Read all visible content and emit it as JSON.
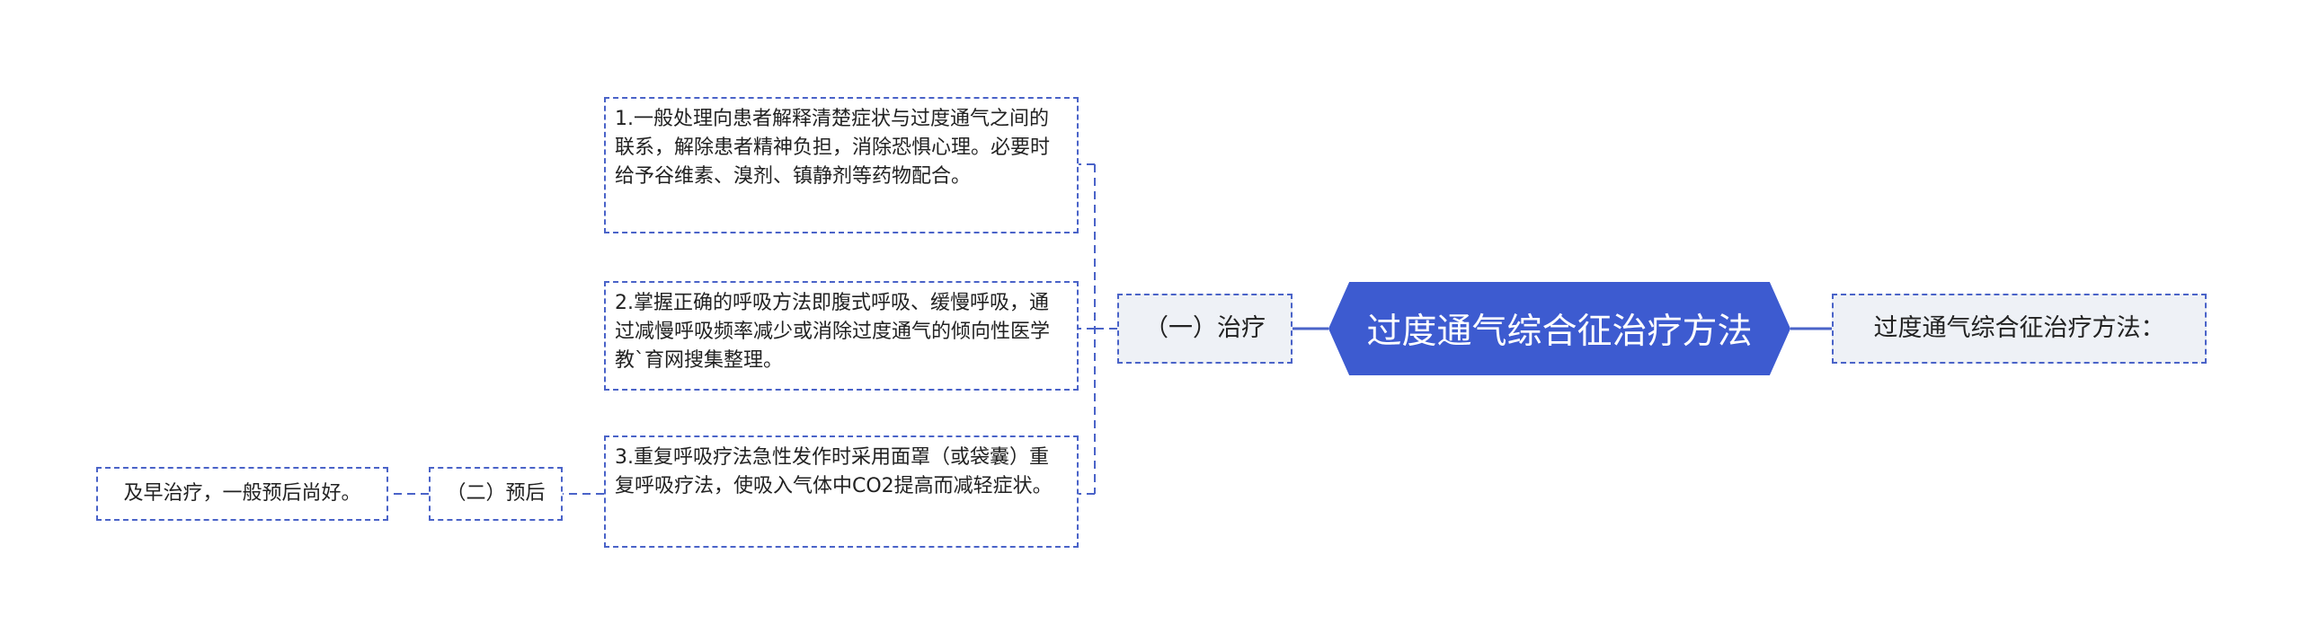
{
  "mindmap": {
    "root": {
      "label": "过度通气综合征治疗方法"
    },
    "right_node": {
      "label": "过度通气综合征治疗方法："
    },
    "branches": [
      {
        "label": "（一）治疗",
        "children": [
          "1.一般处理向患者解释清楚症状与过度通气之间的联系，解除患者精神负担，消除恐惧心理。必要时给予谷维素、溴剂、镇静剂等药物配合。",
          "2.掌握正确的呼吸方法即腹式呼吸、缓慢呼吸，通过减慢呼吸频率减少或消除过度通气的倾向性医学教`育网搜集整理。",
          "3.重复呼吸疗法急性发作时采用面罩（或袋囊）重复呼吸疗法，使吸入气体中CO2提高而减轻症状。"
        ]
      },
      {
        "label": "（二）预后",
        "children": [
          "及早治疗，一般预后尚好。"
        ]
      }
    ]
  },
  "colors": {
    "root_fill": "#3d5bd0",
    "node_border": "#4a63c8",
    "connector": "#4a63c8",
    "shaded_fill": "#eef1f6"
  }
}
